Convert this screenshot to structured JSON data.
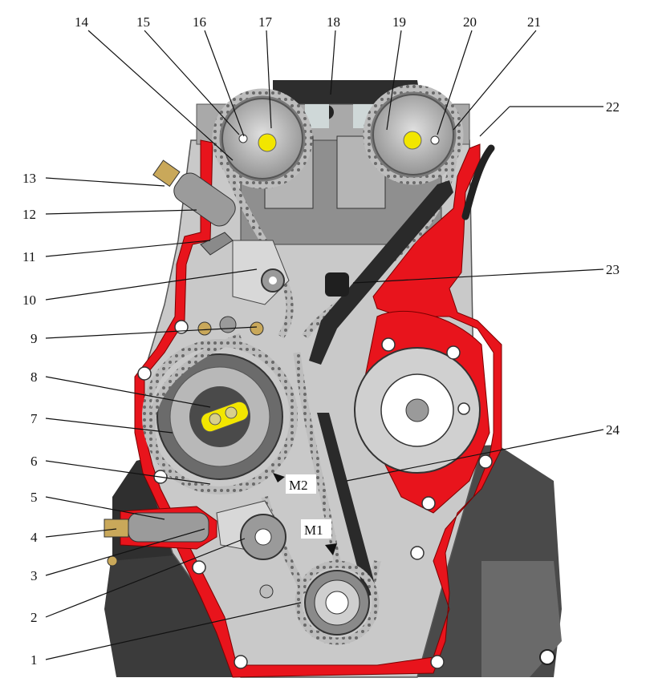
{
  "callouts": [
    {
      "id": "1",
      "text": "1"
    },
    {
      "id": "2",
      "text": "2"
    },
    {
      "id": "3",
      "text": "3"
    },
    {
      "id": "4",
      "text": "4"
    },
    {
      "id": "5",
      "text": "5"
    },
    {
      "id": "6",
      "text": "6"
    },
    {
      "id": "7",
      "text": "7"
    },
    {
      "id": "8",
      "text": "8"
    },
    {
      "id": "9",
      "text": "9"
    },
    {
      "id": "10",
      "text": "10"
    },
    {
      "id": "11",
      "text": "11"
    },
    {
      "id": "12",
      "text": "12"
    },
    {
      "id": "13",
      "text": "13"
    },
    {
      "id": "14",
      "text": "14"
    },
    {
      "id": "15",
      "text": "15"
    },
    {
      "id": "16",
      "text": "16"
    },
    {
      "id": "17",
      "text": "17"
    },
    {
      "id": "18",
      "text": "18"
    },
    {
      "id": "19",
      "text": "19"
    },
    {
      "id": "20",
      "text": "20"
    },
    {
      "id": "21",
      "text": "21"
    },
    {
      "id": "22",
      "text": "22"
    },
    {
      "id": "23",
      "text": "23"
    },
    {
      "id": "24",
      "text": "24"
    }
  ],
  "markers": {
    "m1": "M1",
    "m2": "M2"
  },
  "colors": {
    "gasket_red": "#e8141c",
    "metal_light": "#b8b8b8",
    "metal_dark": "#3a3a3a",
    "sprocket_yellow": "#f2e600",
    "chain_gray": "#8a8a8a"
  }
}
